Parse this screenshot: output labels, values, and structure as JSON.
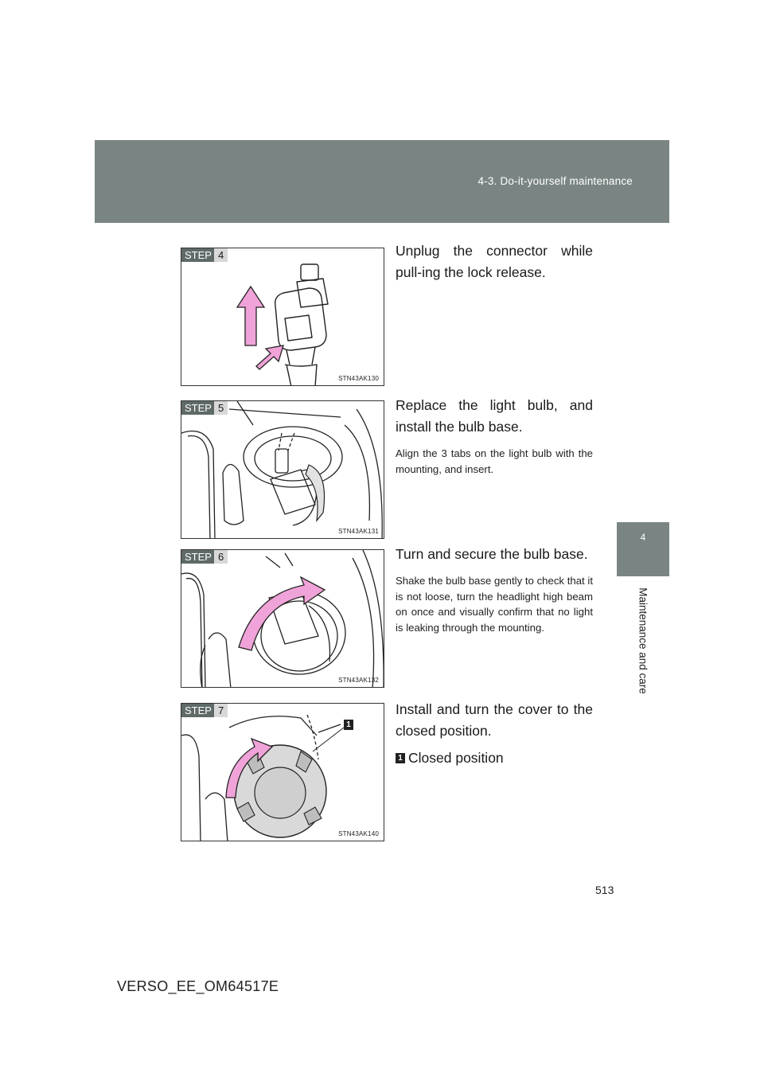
{
  "header": {
    "title": "4-3. Do-it-yourself maintenance"
  },
  "side_tab": {
    "number": "4",
    "label": "Maintenance and care"
  },
  "steps": [
    {
      "step_word": "STEP",
      "step_number": "4",
      "figure_code": "STN43AK130",
      "text": "Unplug the connector while pull-ing the lock release."
    },
    {
      "step_word": "STEP",
      "step_number": "5",
      "figure_code": "STN43AK131",
      "text": "Replace the light bulb, and install the bulb base.",
      "note": "Align the 3 tabs on the light bulb with the mounting, and insert."
    },
    {
      "step_word": "STEP",
      "step_number": "6",
      "figure_code": "STN43AK132",
      "text": "Turn and secure the bulb base.",
      "note": "Shake the bulb base gently to check that it is not loose, turn the headlight high beam on once and visually confirm that no light is leaking through the mounting."
    },
    {
      "step_word": "STEP",
      "step_number": "7",
      "figure_code": "STN43AK140",
      "text": "Install and turn the cover to the closed position.",
      "callout": "1",
      "legend_label": "Closed position"
    }
  ],
  "footer": {
    "page_number": "513",
    "document_code": "VERSO_EE_OM64517E"
  },
  "colors": {
    "header_band": "#7a8583",
    "arrow_pink": "#f0a3d8",
    "step_badge": "#5f6a68"
  }
}
